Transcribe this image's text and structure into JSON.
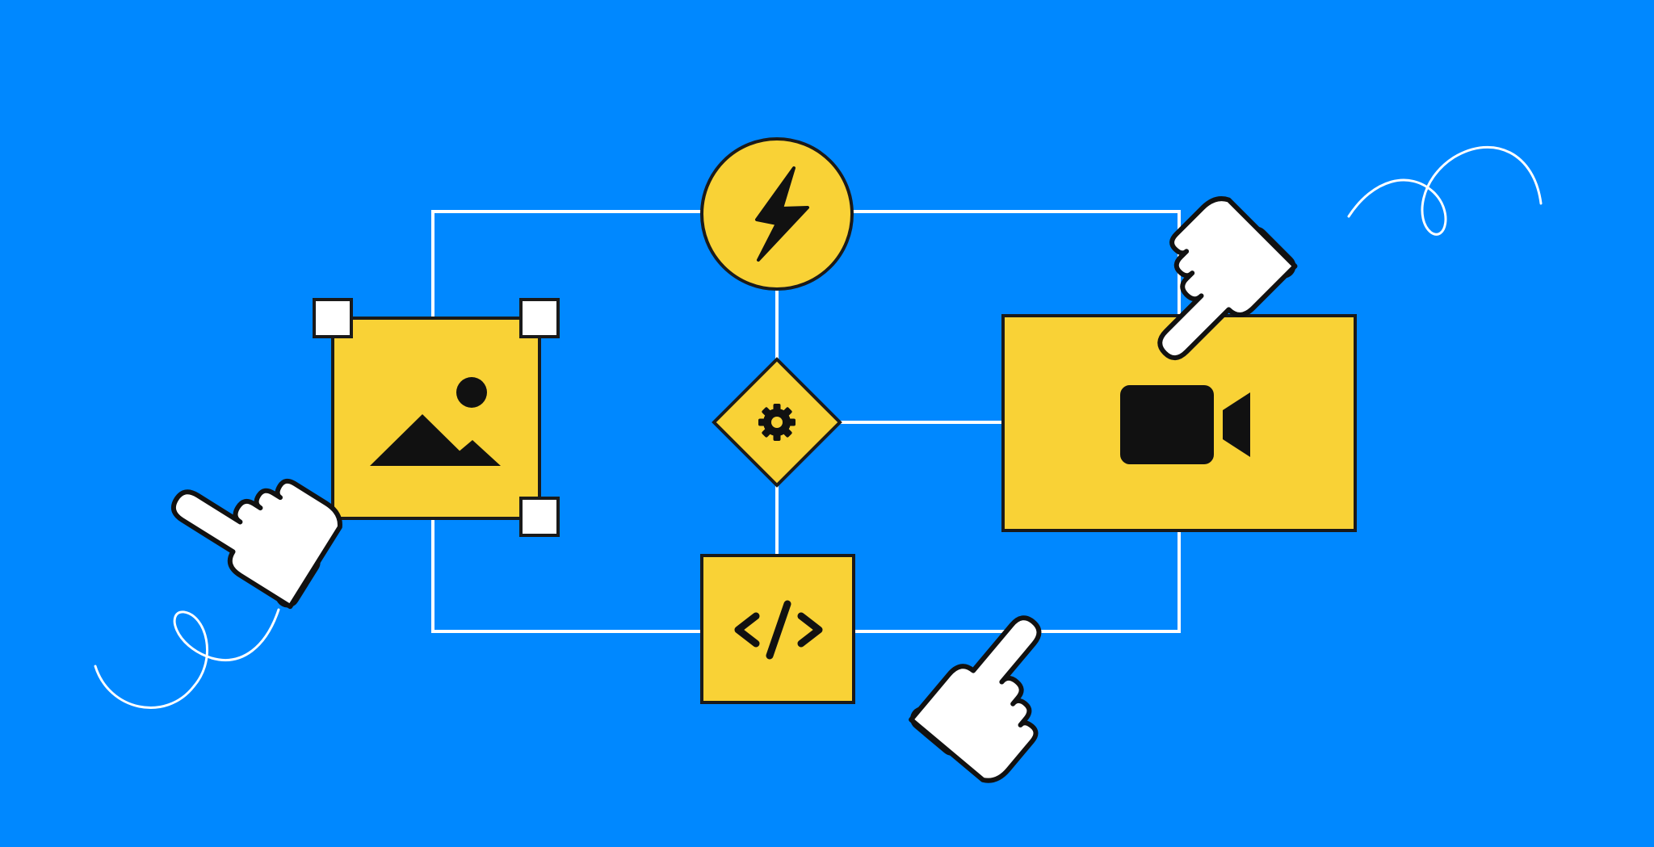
{
  "colors": {
    "background": "#0088FF",
    "accent": "#F9D236",
    "outline": "#1A1A1A",
    "line": "#FFFFFF"
  },
  "nodes": [
    {
      "id": "trigger",
      "shape": "circle",
      "icon": "lightning-icon"
    },
    {
      "id": "settings",
      "shape": "diamond",
      "icon": "gear-icon"
    },
    {
      "id": "code",
      "shape": "square",
      "icon": "code-icon"
    },
    {
      "id": "image",
      "shape": "square",
      "icon": "image-icon",
      "selected": true
    },
    {
      "id": "video",
      "shape": "rectangle",
      "icon": "video-camera-icon"
    }
  ],
  "cursors": [
    "hand-pointer-icon",
    "hand-pointer-icon",
    "hand-pointer-icon"
  ],
  "decorations": [
    "swirl-line",
    "swirl-line"
  ]
}
